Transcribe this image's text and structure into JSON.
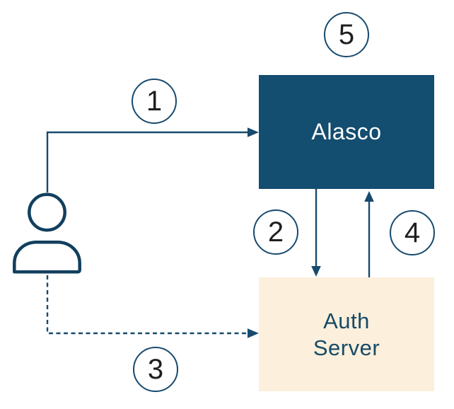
{
  "diagram": {
    "type": "auth-flow-diagram",
    "background": "#FFFFFF",
    "nodes": {
      "user": {
        "kind": "person-icon",
        "color": "#123F5E"
      },
      "alasco": {
        "label": "Alasco",
        "fill": "#134D70",
        "text_color": "#FDFDFD"
      },
      "auth_server": {
        "label": "Auth Server",
        "lines": [
          "Auth",
          "Server"
        ],
        "fill": "#FCEFDC",
        "text_color": "#164A66"
      }
    },
    "steps": [
      {
        "number": "1",
        "edge": "user to alasco",
        "style": "solid-arrow"
      },
      {
        "number": "2",
        "edge": "alasco to auth_server",
        "style": "solid-arrow"
      },
      {
        "number": "3",
        "edge": "user to auth_server",
        "style": "dashed-arrow"
      },
      {
        "number": "4",
        "edge": "auth_server to alasco",
        "style": "solid-arrow"
      },
      {
        "number": "5",
        "edge": "above alasco",
        "style": "badge-only"
      }
    ],
    "colors": {
      "arrow_stroke": "#174A6E",
      "badge_border": "#174A6E",
      "badge_number": "#1F1F1F"
    }
  }
}
